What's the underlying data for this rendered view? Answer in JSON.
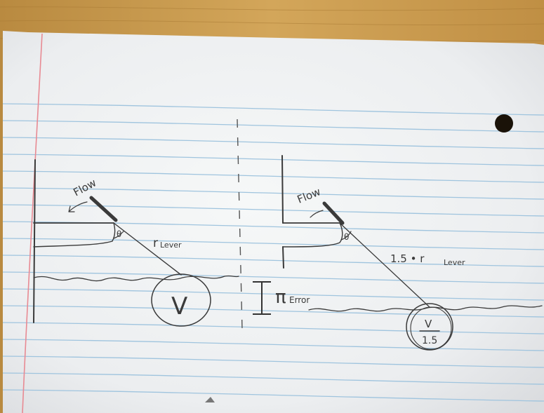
{
  "photo": {
    "subject": "hand-drawn sketch on lined notebook paper",
    "desk_color": "#c89a4b",
    "paper_color": "#f1f3f4",
    "rule_color": "#9fc4de",
    "margin_color": "#e88a93",
    "ink_color": "#333333"
  },
  "left_sketch": {
    "flow_label": "Flow",
    "angle_label": "θ",
    "lever_label_main": "r",
    "lever_label_sub": "Lever",
    "float_label": "V"
  },
  "center_divider": {
    "error_label_main": "π",
    "error_label_sub": "Error"
  },
  "right_sketch": {
    "flow_label": "Flow",
    "angle_label": "θ",
    "lever_label_prefix": "1.5 • r",
    "lever_label_sub": "Lever",
    "float_numerator": "V",
    "float_denominator": "1.5"
  }
}
